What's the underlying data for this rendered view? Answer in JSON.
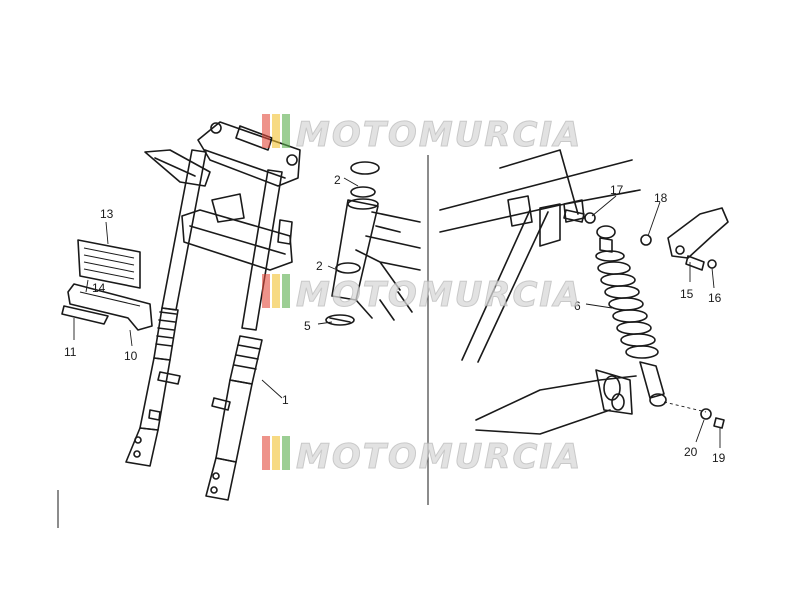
{
  "watermark": {
    "text": "MOTOMURCIA",
    "stripe_colors": [
      "#e34b3c",
      "#f2c230",
      "#5aae4c"
    ]
  },
  "callouts": {
    "c1": "1",
    "c2a": "2",
    "c2b": "2",
    "c5": "5",
    "c6": "6",
    "c10": "10",
    "c11": "11",
    "c13": "13",
    "c14": "14",
    "c15": "15",
    "c16": "16",
    "c17": "17",
    "c18": "18",
    "c19": "19",
    "c20": "20"
  }
}
